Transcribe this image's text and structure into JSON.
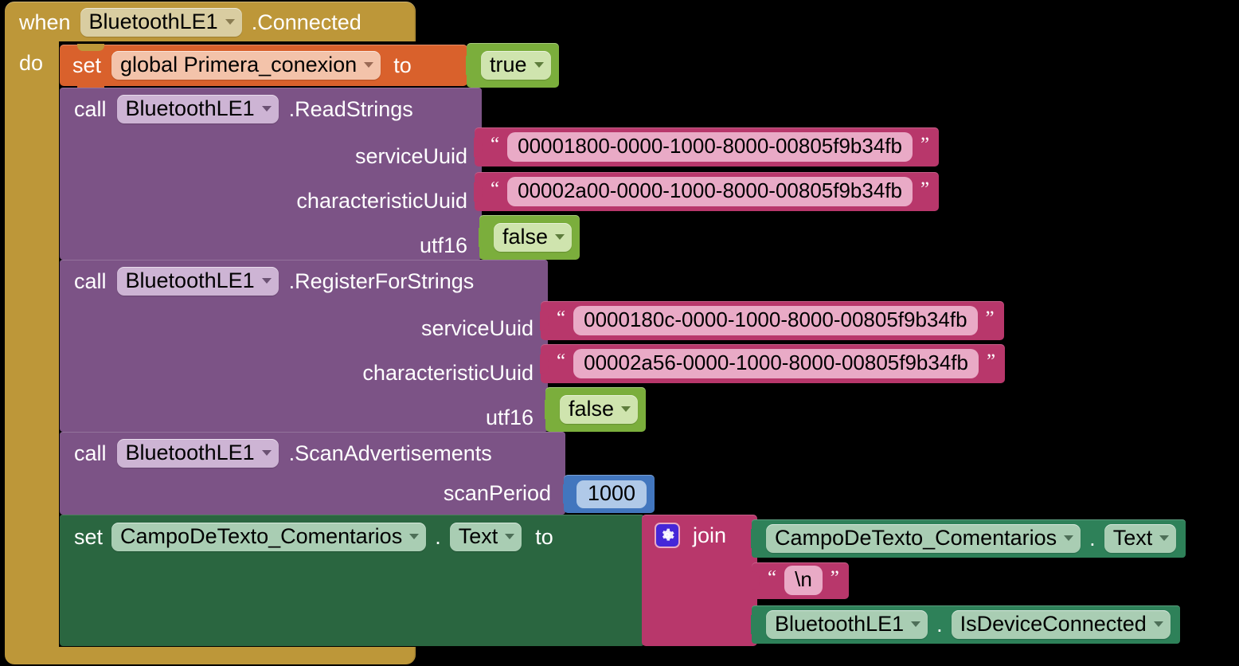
{
  "app": "MIT App Inventor Blocks Editor",
  "colors": {
    "event_gold": "#BD9739",
    "set_orange": "#D9612C",
    "call_purple": "#7C5386",
    "text_magenta": "#B8376B",
    "logic_green": "#7BAE3C",
    "math_blue": "#4276BE",
    "setter_green": "#2A6640",
    "getter_green": "#2E8159",
    "gear_violet": "#4527D8"
  },
  "event_block": {
    "when_label": "when",
    "component": "BluetoothLE1",
    "event_name": ".Connected",
    "do_label": "do"
  },
  "set_variable": {
    "set_label": "set",
    "variable": "global Primera_conexion",
    "to_label": "to",
    "value": "true"
  },
  "call_read_strings": {
    "call_label": "call",
    "component": "BluetoothLE1",
    "method": ".ReadStrings",
    "args": [
      {
        "name": "serviceUuid",
        "value": "00001800-0000-1000-8000-00805f9b34fb",
        "type": "text"
      },
      {
        "name": "characteristicUuid",
        "value": "00002a00-0000-1000-8000-00805f9b34fb",
        "type": "text"
      },
      {
        "name": "utf16",
        "value": "false",
        "type": "logic"
      }
    ]
  },
  "call_register_for_strings": {
    "call_label": "call",
    "component": "BluetoothLE1",
    "method": ".RegisterForStrings",
    "args": [
      {
        "name": "serviceUuid",
        "value": "0000180c-0000-1000-8000-00805f9b34fb",
        "type": "text"
      },
      {
        "name": "characteristicUuid",
        "value": "00002a56-0000-1000-8000-00805f9b34fb",
        "type": "text"
      },
      {
        "name": "utf16",
        "value": "false",
        "type": "logic"
      }
    ]
  },
  "call_scan_advertisements": {
    "call_label": "call",
    "component": "BluetoothLE1",
    "method": ".ScanAdvertisements",
    "args": [
      {
        "name": "scanPeriod",
        "value": "1000",
        "type": "number"
      }
    ]
  },
  "set_property": {
    "set_label": "set",
    "component": "CampoDeTexto_Comentarios",
    "dot": ".",
    "property": "Text",
    "to_label": "to"
  },
  "join_block": {
    "gear_icon": "gear-icon",
    "join_label": "join",
    "items": [
      {
        "type": "getter",
        "component": "CampoDeTexto_Comentarios",
        "dot": ".",
        "property": "Text"
      },
      {
        "type": "text",
        "value": "\\n"
      },
      {
        "type": "getter",
        "component": "BluetoothLE1",
        "dot": ".",
        "property": "IsDeviceConnected"
      }
    ]
  },
  "quotes": {
    "open": "“",
    "close": "”"
  }
}
